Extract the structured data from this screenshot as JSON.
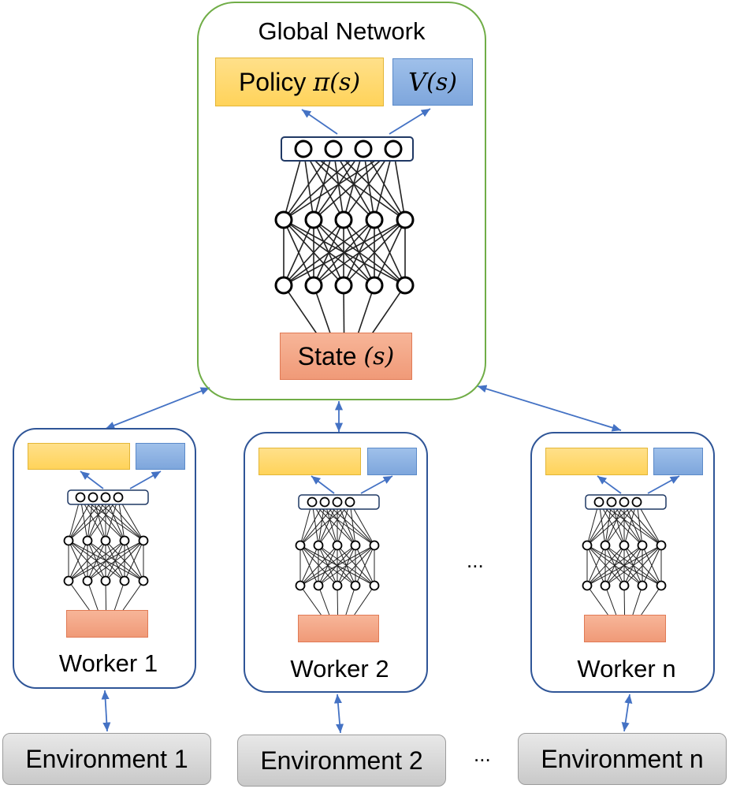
{
  "global": {
    "title": "Global Network",
    "policy_text": "Policy ",
    "policy_symbol": "π",
    "policy_arg": "(s)",
    "value_symbol": "V",
    "value_arg": "(s)",
    "state_text": "State ",
    "state_arg": "(s)"
  },
  "workers": [
    {
      "label": "Worker 1"
    },
    {
      "label": "Worker 2"
    },
    {
      "label": "Worker n"
    }
  ],
  "environments": [
    {
      "label": "Environment 1"
    },
    {
      "label": "Environment 2"
    },
    {
      "label": "Environment n"
    }
  ],
  "ellipsis_workers": "...",
  "ellipsis_envs": "...",
  "colors": {
    "global_border": "#70ad47",
    "worker_border": "#2f5597",
    "policy_fill": "#ffd966",
    "value_fill": "#8fb4e3",
    "state_fill": "#f4a582",
    "arrow": "#4472c4"
  }
}
